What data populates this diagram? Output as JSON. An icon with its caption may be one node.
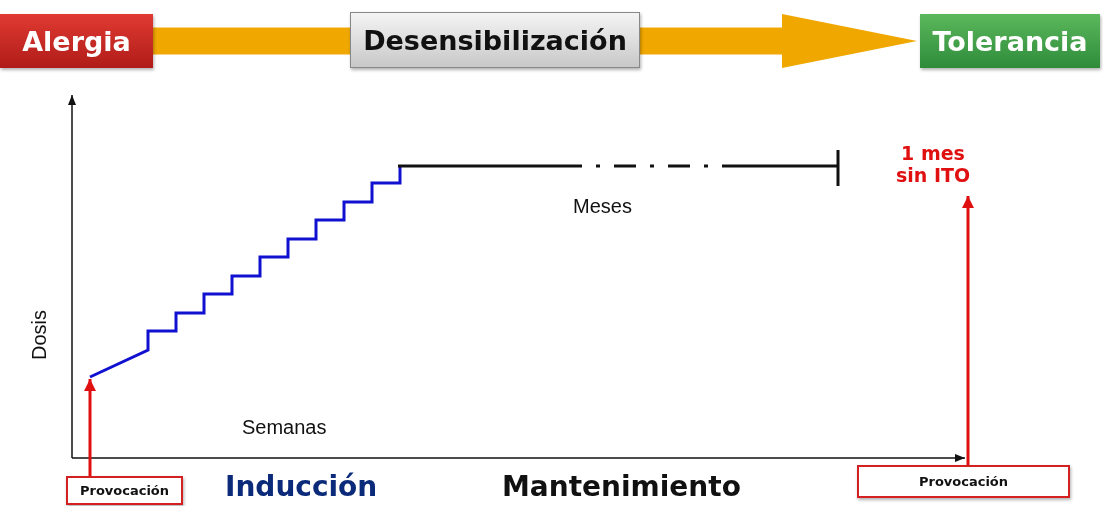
{
  "diagram": {
    "nodes": [
      {
        "text": [
          "Alergia"
        ]
      },
      {
        "text": [
          "Desensibilización"
        ]
      },
      {
        "text": [
          "Tolerancia"
        ]
      },
      {
        "text": [
          "Provocación"
        ]
      },
      {
        "text": [
          "Provocación"
        ]
      },
      {
        "text": [
          "1 mes sin ITO"
        ]
      }
    ],
    "edges": [
      {
        "from": 0,
        "to": 1,
        "arrow": "none",
        "style": "thick",
        "color": "#f0a800"
      },
      {
        "from": 1,
        "to": 2,
        "arrow": "to",
        "style": "thick",
        "color": "#f0a800"
      },
      {
        "from": 3,
        "to": null,
        "arrow": "to",
        "color": "#e01010"
      },
      {
        "from": 4,
        "to": 5,
        "arrow": "to",
        "color": "#e01010"
      }
    ],
    "labels": [
      "Dosis",
      "Meses",
      "Semanas",
      "Inducción",
      "Mantenimiento"
    ]
  }
}
